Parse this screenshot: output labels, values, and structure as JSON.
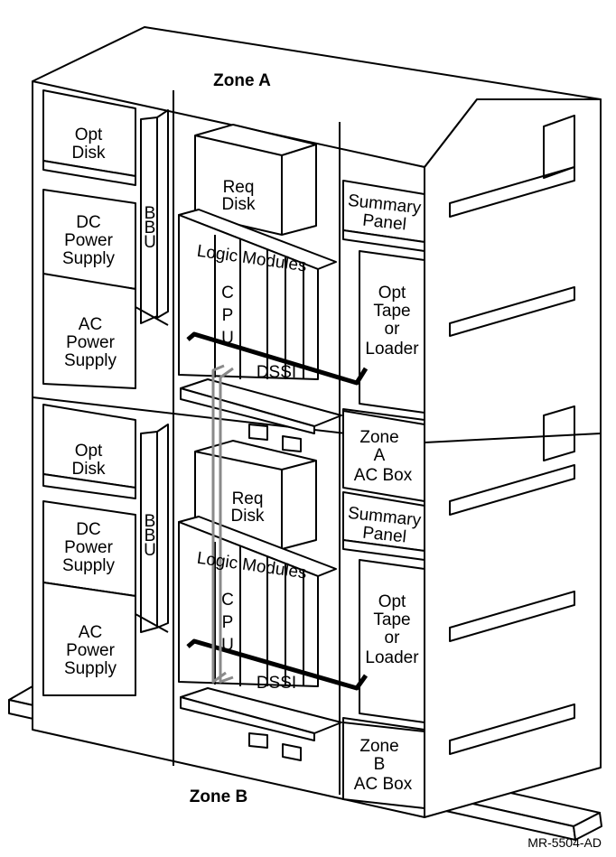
{
  "zones": {
    "top": "Zone A",
    "bottom": "Zone B"
  },
  "upper": {
    "left_modules": [
      {
        "lines": [
          "Opt",
          "Disk"
        ]
      },
      {
        "lines": [
          "DC",
          "Power",
          "Supply"
        ]
      },
      {
        "lines": [
          "AC",
          "Power",
          "Supply"
        ]
      }
    ],
    "bbu": [
      "B",
      "B",
      "U"
    ],
    "req_disk": [
      "Req",
      "Disk"
    ],
    "logic_title": "Logic Modules",
    "cpu": [
      "C",
      "P",
      "U"
    ],
    "dssi": "DSSI",
    "summary_panel": [
      "Summary",
      "Panel"
    ],
    "tape": [
      "Opt",
      "Tape",
      "or",
      "Loader"
    ],
    "ac_box": [
      "Zone",
      "A",
      "AC Box"
    ]
  },
  "lower": {
    "left_modules": [
      {
        "lines": [
          "Opt",
          "Disk"
        ]
      },
      {
        "lines": [
          "DC",
          "Power",
          "Supply"
        ]
      },
      {
        "lines": [
          "AC",
          "Power",
          "Supply"
        ]
      }
    ],
    "bbu": [
      "B",
      "B",
      "U"
    ],
    "req_disk": [
      "Req",
      "Disk"
    ],
    "logic_title": "Logic Modules",
    "cpu": [
      "C",
      "P",
      "U"
    ],
    "dssi": "DSSI",
    "summary_panel": [
      "Summary",
      "Panel"
    ],
    "tape": [
      "Opt",
      "Tape",
      "or",
      "Loader"
    ],
    "ac_box": [
      "Zone",
      "B",
      "AC Box"
    ]
  },
  "figure_id": "MR-5504-AD"
}
